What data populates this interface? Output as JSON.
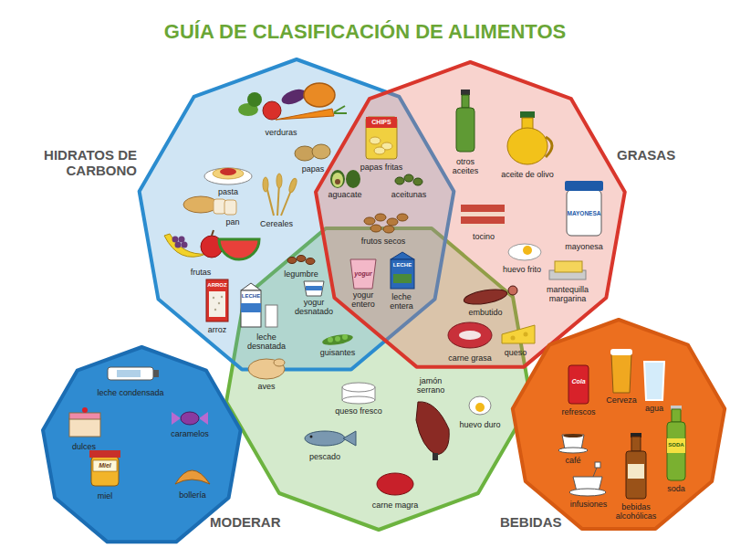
{
  "diagram": {
    "title": "GUÍA DE CLASIFICACIÓN DE ALIMENTOS",
    "nodes": [
      {
        "text": [
          "HIDRATOS DE CARBONO"
        ]
      },
      {
        "text": [
          "GRASAS"
        ]
      },
      {
        "text": [
          "MODERAR"
        ]
      },
      {
        "text": [
          "BEBIDAS"
        ]
      }
    ],
    "labels": [
      "verduras",
      "pasta",
      "papas",
      "pan",
      "Cereales",
      "frutas",
      "arroz",
      "papas fritas",
      "aguacate",
      "aceitunas",
      "frutos secos",
      "legumbre",
      "yogur desnatado",
      "leche desnatada",
      "guisantes",
      "yogur entero",
      "leche entera",
      "otros aceites",
      "aceite de olivo",
      "tocino",
      "mayonesa",
      "huevo frito",
      "embutido",
      "mantequilla margarina",
      "carne grasa",
      "queso",
      "aves",
      "queso fresco",
      "jamón serrano",
      "huevo duro",
      "pescado",
      "carne magra",
      "leche condensada",
      "dulces",
      "caramelos",
      "miel",
      "bollería",
      "refrescos",
      "Cerveza",
      "agua",
      "café",
      "infusiones",
      "bebidas alcohólicas",
      "soda",
      "CHIPS",
      "ARROZ",
      "yogur",
      "LECHE",
      "LECHE",
      "MAYONESA",
      "Cola",
      "SODA",
      "Miel"
    ]
  }
}
